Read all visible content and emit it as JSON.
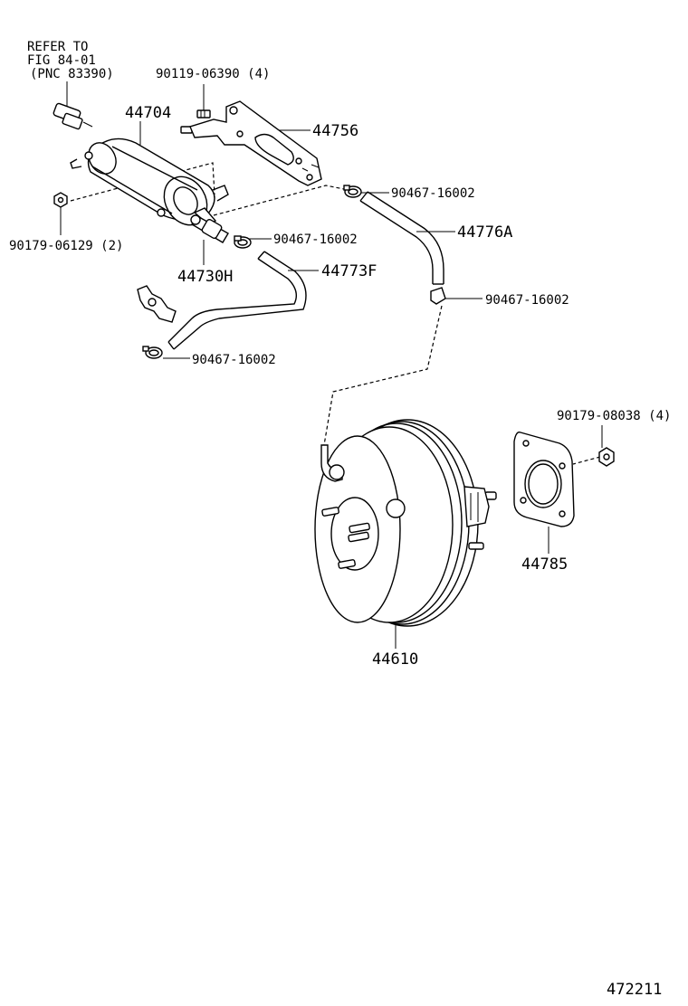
{
  "labels": {
    "refer_line1": "REFER TO",
    "refer_line2": "FIG 84-01",
    "refer_line3": "(PNC 83390)",
    "p90119": "90119-06390 (4)",
    "p44704": "44704",
    "p44756": "44756",
    "p90467_a": "90467-16002",
    "p90179_06129": "90179-06129 (2)",
    "p90467_b": "90467-16002",
    "p44776A": "44776A",
    "p44730H": "44730H",
    "p44773F": "44773F",
    "p90467_c": "90467-16002",
    "p90467_d": "90467-16002",
    "p90179_08038": "90179-08038 (4)",
    "p44785": "44785",
    "p44610": "44610",
    "diagram_number": "472211"
  }
}
